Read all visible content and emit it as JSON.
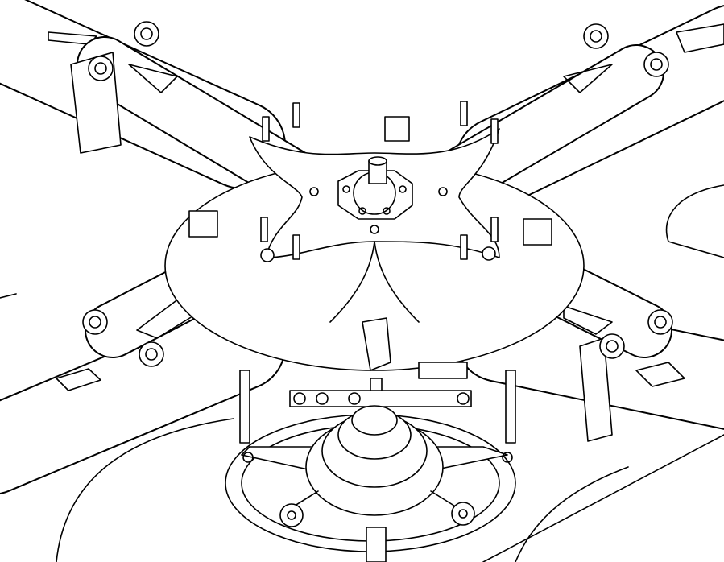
{
  "diagram": {
    "style": "technical line drawing",
    "subject_parts": [
      "blade-1",
      "blade-2",
      "blade-3",
      "blade-4",
      "rotor-hub",
      "main-rotor-nut",
      "swashplate",
      "pitch-links",
      "scissors-link"
    ]
  },
  "colors": {
    "line": "#000000",
    "background": "#ffffff"
  }
}
